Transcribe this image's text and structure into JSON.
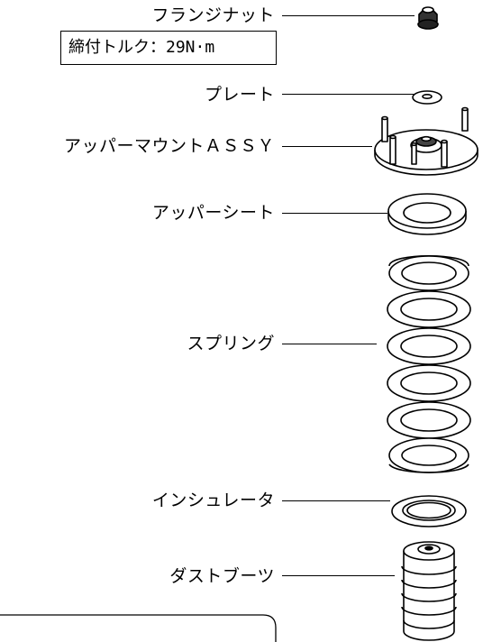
{
  "parts": [
    {
      "id": "flange-nut",
      "label": "フランジナット"
    },
    {
      "id": "plate",
      "label": "プレート"
    },
    {
      "id": "upper-mount",
      "label": "アッパーマウントＡＳＳＹ"
    },
    {
      "id": "upper-seat",
      "label": "アッパーシート"
    },
    {
      "id": "spring",
      "label": "スプリング"
    },
    {
      "id": "insulator",
      "label": "インシュレータ"
    },
    {
      "id": "dust-boot",
      "label": "ダストブーツ"
    }
  ],
  "torque": {
    "text": "締付トルク：29N·m"
  },
  "colors": {
    "line": "#000000",
    "background": "#ffffff",
    "shade": "#555555"
  }
}
